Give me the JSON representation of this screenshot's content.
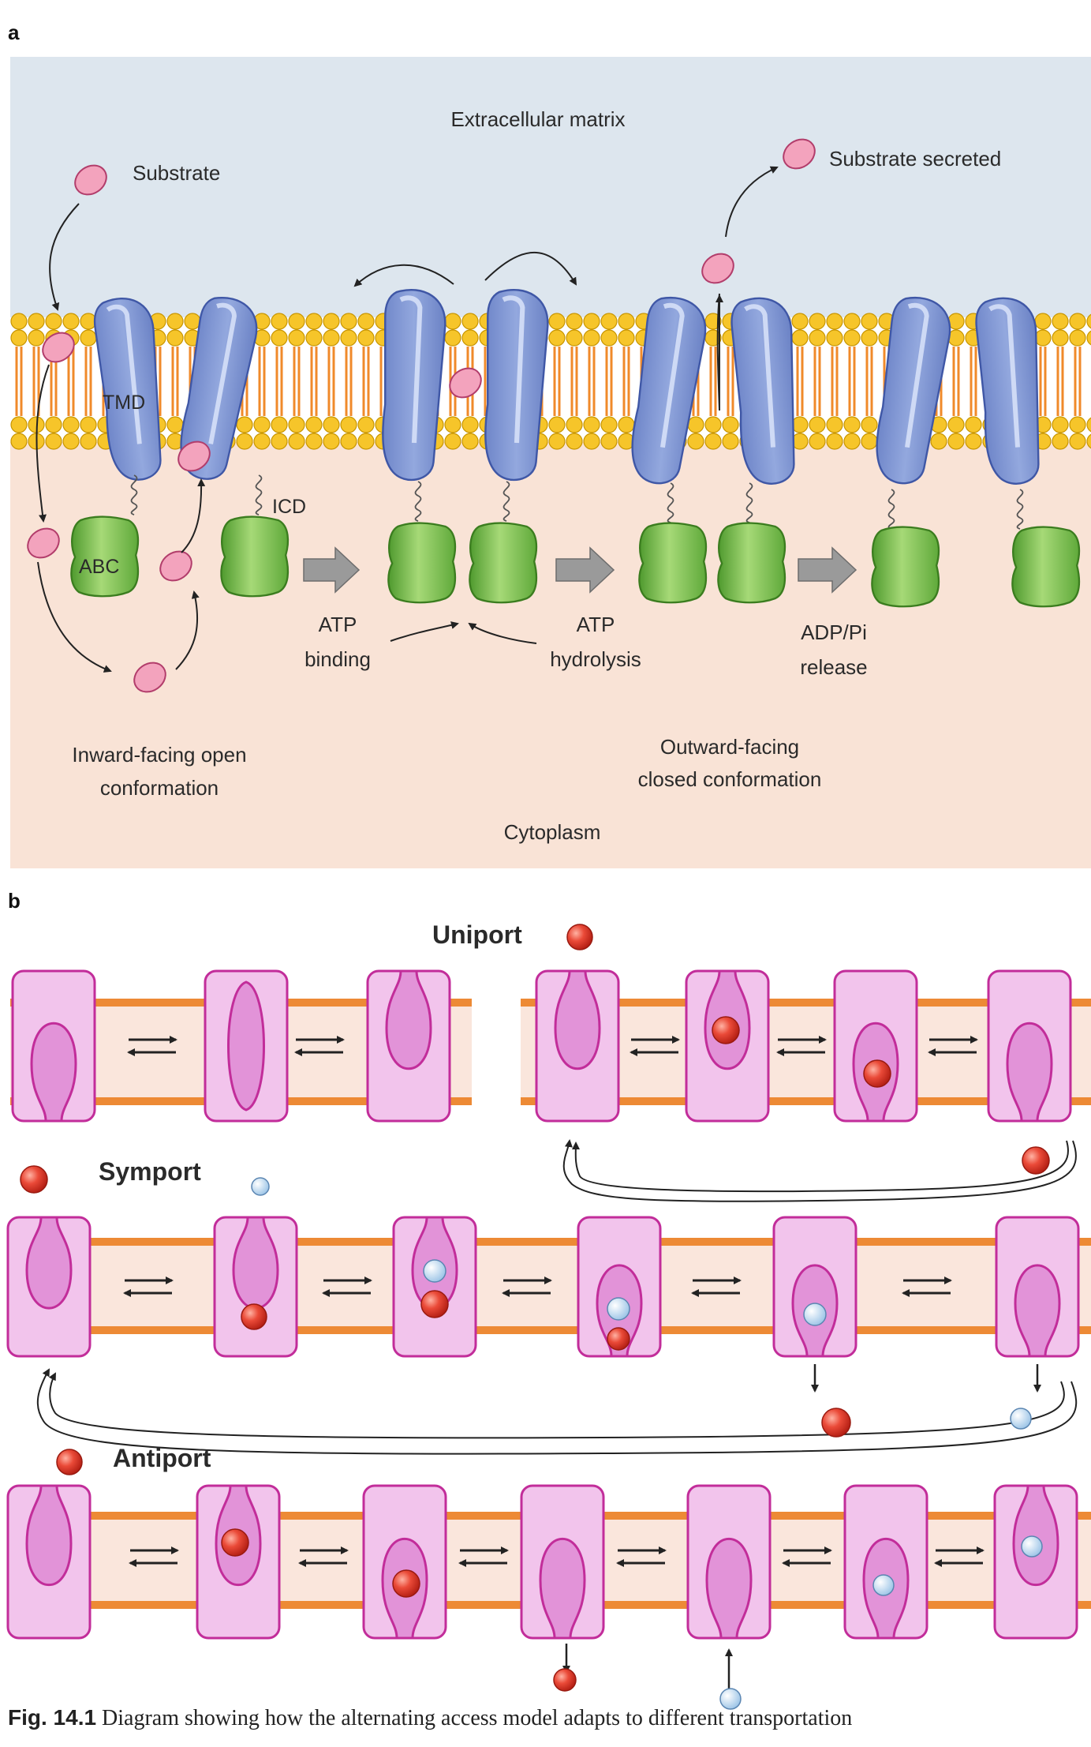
{
  "panel_a": {
    "letter": "a",
    "extracellular": "Extracellular matrix",
    "substrate": "Substrate",
    "substrate_secreted": "Substrate secreted",
    "tmd": "TMD",
    "icd": "ICD",
    "abc": "ABC",
    "atp_binding": [
      "ATP",
      "binding"
    ],
    "atp_hydrolysis": [
      "ATP",
      "hydrolysis"
    ],
    "adp_release": [
      "ADP/Pi",
      "release"
    ],
    "inward": [
      "Inward-facing open",
      "conformation"
    ],
    "outward": [
      "Outward-facing",
      "closed conformation"
    ],
    "cytoplasm": "Cytoplasm"
  },
  "panel_b": {
    "letter": "b",
    "uniport": "Uniport",
    "symport": "Symport",
    "antiport": "Antiport"
  },
  "caption": {
    "label": "Fig. 14.1",
    "text": "Diagram showing how the alternating access model adapts to different transportation"
  },
  "colors": {
    "extracellular_bg": "#dde6ee",
    "cytoplasm_bg": "#f9e3d6",
    "tmd_blue": "#8ea3d9",
    "abc_green": "#8cc860",
    "substrate_pink": "#f09ab4",
    "membrane_orange": "#ed8a35",
    "transporter_pink": "#f2c4ec",
    "transporter_border": "#c22d9a",
    "red_particle": "#e33b2c",
    "blue_particle": "#aacdeb"
  }
}
